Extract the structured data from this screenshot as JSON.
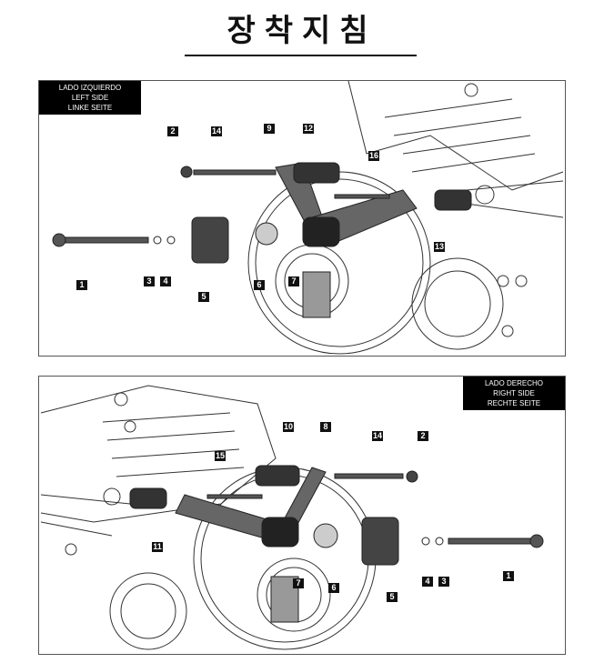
{
  "title": "장착지침",
  "left_panel": {
    "side_label": [
      "LADO IZQUIERDO",
      "LEFT SIDE",
      "LINKE SEITE"
    ],
    "callouts": [
      "2",
      "14",
      "9",
      "12",
      "16",
      "13",
      "1",
      "3",
      "4",
      "5",
      "6",
      "7"
    ]
  },
  "right_panel": {
    "side_label": [
      "LADO DERECHO",
      "RIGHT SIDE",
      "RECHTE SEITE"
    ],
    "callouts": [
      "10",
      "8",
      "14",
      "2",
      "15",
      "11",
      "7",
      "6",
      "5",
      "4",
      "3",
      "1"
    ]
  }
}
